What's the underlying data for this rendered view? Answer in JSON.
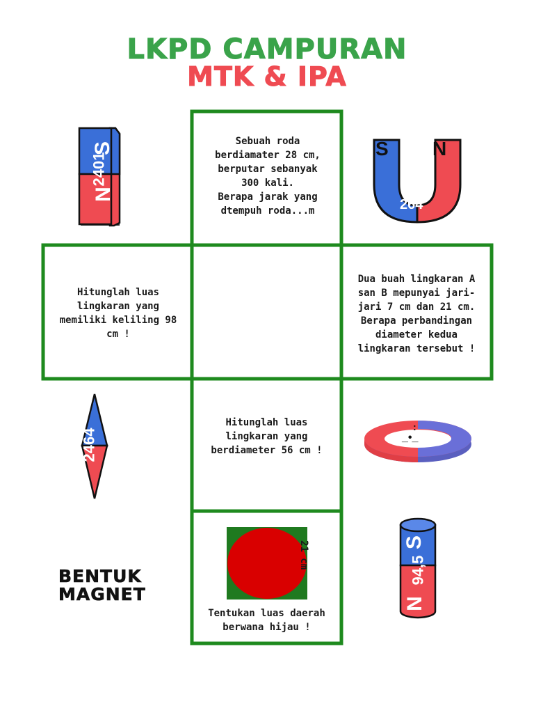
{
  "title": {
    "line1": "LKPD CAMPURAN",
    "line2": "MTK & IPA"
  },
  "colors": {
    "green": "#1e8a1e",
    "red": "#ef4b52",
    "blue": "#3a6fd8",
    "title_green": "#3aa34a"
  },
  "questions": {
    "top": [
      "Sebuah roda",
      "berdiamater 28 cm,",
      "berputar sebanyak",
      "300 kali.",
      "Berapa jarak yang",
      "dtempuh roda...m"
    ],
    "left": [
      "Hitunglah luas",
      "lingkaran yang",
      "memiliki keliling 98",
      "cm !"
    ],
    "right": [
      "Dua buah lingkaran A",
      "san B mepunyai jari-",
      "jari 7 cm dan 21 cm.",
      "Berapa perbandingan",
      "diameter kedua",
      "lingkaran tersebut !"
    ],
    "bottom": [
      "Hitunglah luas",
      "lingkaran yang",
      "berdiameter 56 cm !"
    ],
    "last": [
      "Tentukan luas daerah",
      "berwana hijau !"
    ]
  },
  "figure": {
    "side_label": "21 cm",
    "square_color": "#1f7a1f",
    "circle_color": "#d90000"
  },
  "magnets": {
    "bar_top": {
      "s": "S",
      "n": "N",
      "value": "2401"
    },
    "horseshoe": {
      "s": "S",
      "n": "N",
      "value": "264"
    },
    "needle": {
      "value": "2464"
    },
    "ring": {
      "value_top": ":",
      "value_bottom": "_•_"
    },
    "cylinder": {
      "s": "S",
      "n": "N",
      "value": "94,5"
    }
  },
  "caption": {
    "line1": "BENTUK",
    "line2": "MAGNET"
  }
}
